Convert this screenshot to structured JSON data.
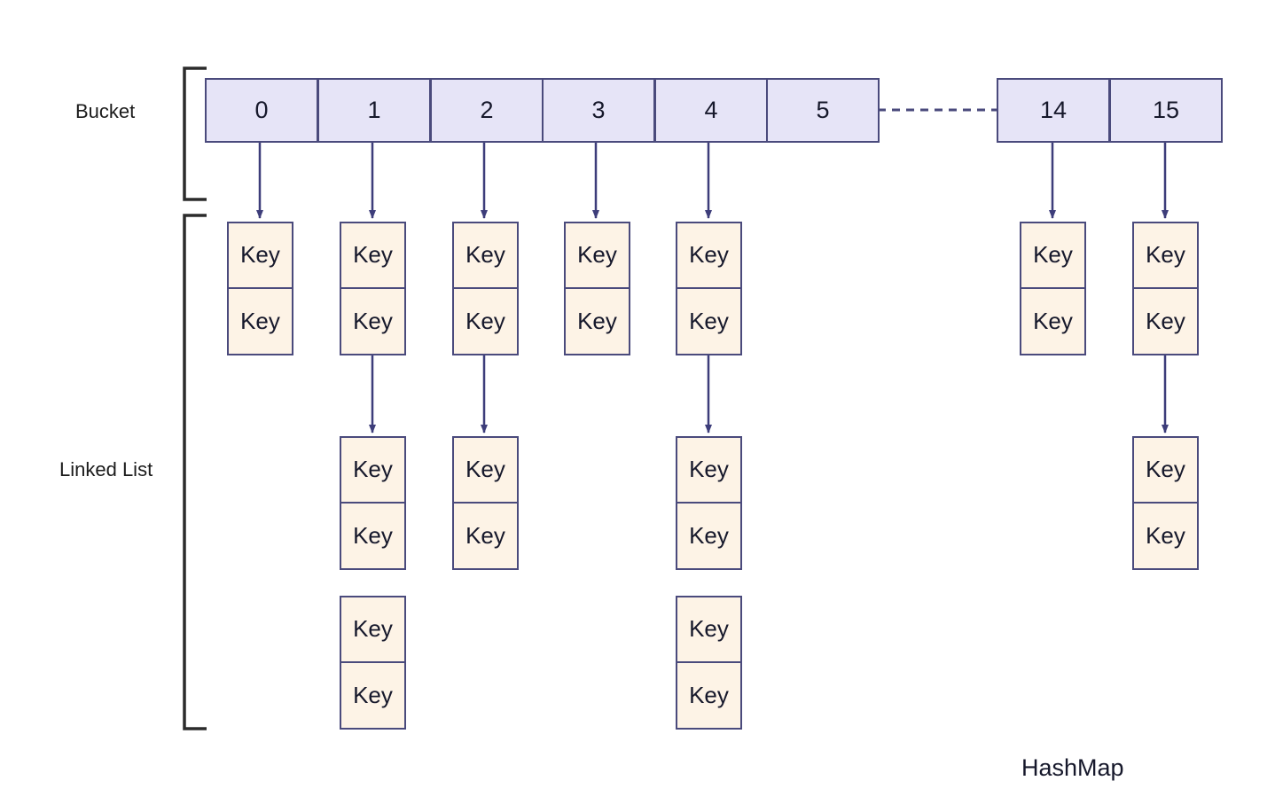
{
  "diagram": {
    "title": "HashMap",
    "labels": {
      "bucket": "Bucket",
      "linked_list": "Linked List",
      "hashmap": "HashMap"
    },
    "colors": {
      "bucket_fill": "#e6e4f7",
      "node_fill": "#fdf3e6",
      "border": "#4a4a7c",
      "arrow": "#3d3d7a",
      "text": "#16182b",
      "label_text": "#1b1b1b",
      "bracket": "#2b2b2b",
      "background": "#ffffff"
    },
    "bucket_row": {
      "left_group_indices": [
        "0",
        "1",
        "2",
        "3",
        "4",
        "5"
      ],
      "right_group_indices": [
        "14",
        "15"
      ],
      "ellipsis_connector": "dashed-line"
    },
    "node_label": "Key",
    "columns": [
      {
        "bucket": "0",
        "node_rows": [
          1
        ],
        "arrows_between": []
      },
      {
        "bucket": "1",
        "node_rows": [
          1,
          2,
          3
        ],
        "arrows_between": [
          [
            1,
            2
          ]
        ]
      },
      {
        "bucket": "2",
        "node_rows": [
          1,
          2
        ],
        "arrows_between": [
          [
            1,
            2
          ]
        ]
      },
      {
        "bucket": "3",
        "node_rows": [
          1
        ],
        "arrows_between": []
      },
      {
        "bucket": "4",
        "node_rows": [
          1,
          2,
          3
        ],
        "arrows_between": [
          [
            1,
            2
          ]
        ]
      },
      {
        "bucket": "5",
        "node_rows": [],
        "arrows_between": []
      },
      {
        "bucket": "14",
        "node_rows": [
          1
        ],
        "arrows_between": []
      },
      {
        "bucket": "15",
        "node_rows": [
          1,
          2
        ],
        "arrows_between": [
          [
            1,
            2
          ]
        ]
      }
    ],
    "node_group_cells": [
      "Key",
      "Key"
    ]
  }
}
